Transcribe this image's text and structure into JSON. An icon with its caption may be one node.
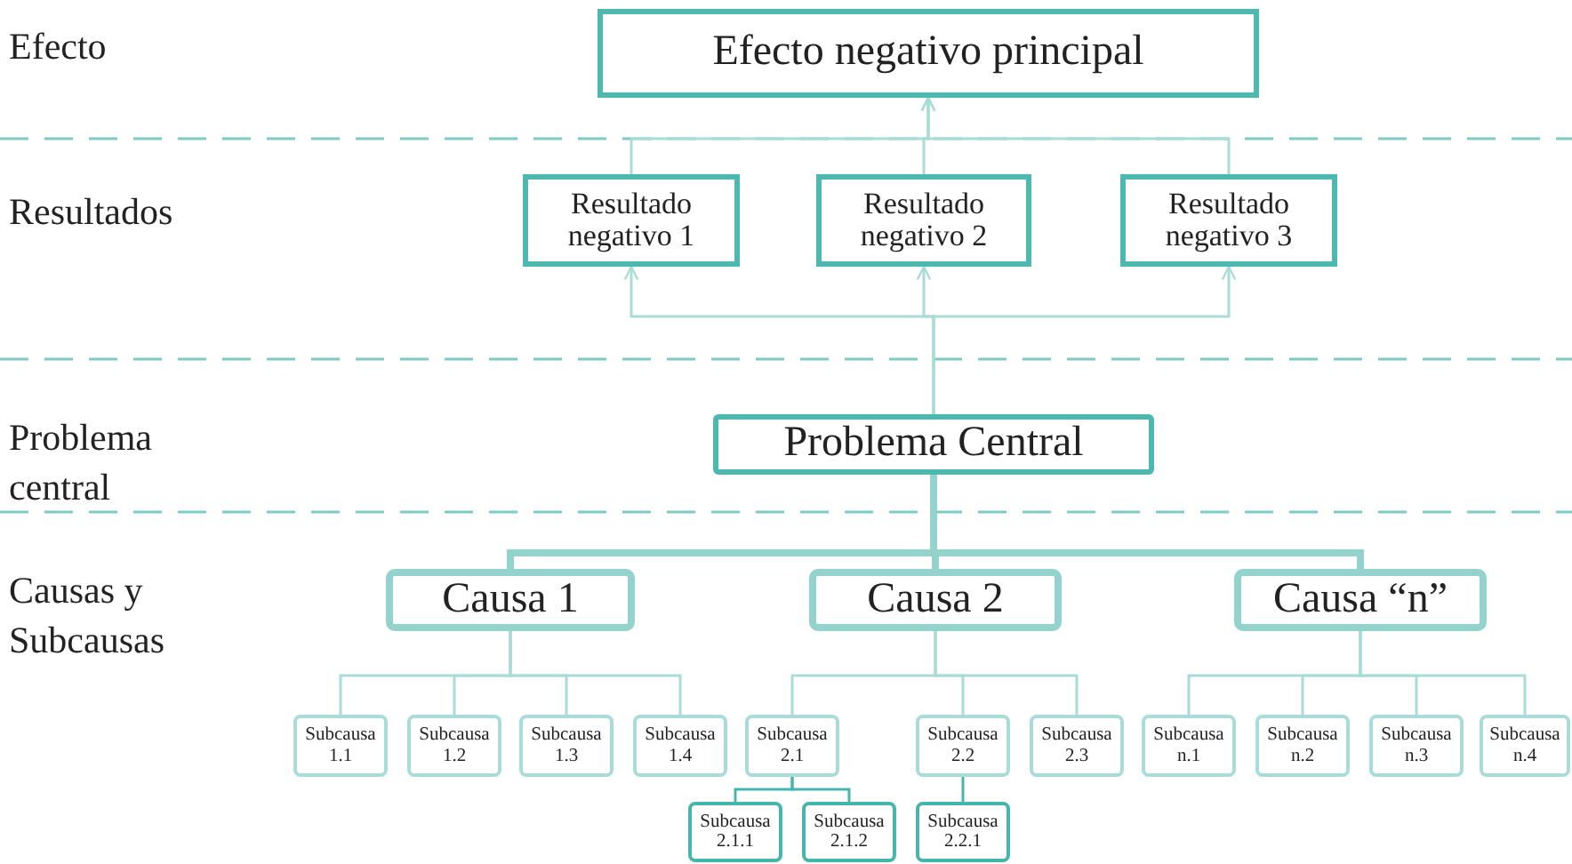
{
  "diagram": {
    "nodes": [
      {
        "text": [
          "Efecto negativo principal"
        ]
      },
      {
        "text": [
          "Resultado negativo 1"
        ]
      },
      {
        "text": [
          "Resultado negativo 2"
        ]
      },
      {
        "text": [
          "Resultado negativo 3"
        ]
      },
      {
        "text": [
          "Problema Central"
        ]
      },
      {
        "text": [
          "Causa 1"
        ]
      },
      {
        "text": [
          "Causa 2"
        ]
      },
      {
        "text": [
          "Causa “n”"
        ]
      },
      {
        "text": [
          "Subcausa 1.1"
        ]
      },
      {
        "text": [
          "Subcausa 1.2"
        ]
      },
      {
        "text": [
          "Subcausa 1.3"
        ]
      },
      {
        "text": [
          "Subcausa 1.4"
        ]
      },
      {
        "text": [
          "Subcausa 2.1"
        ]
      },
      {
        "text": [
          "Subcausa 2.2"
        ]
      },
      {
        "text": [
          "Subcausa 2.3"
        ]
      },
      {
        "text": [
          "Subcausa n.1"
        ]
      },
      {
        "text": [
          "Subcausa n.2"
        ]
      },
      {
        "text": [
          "Subcausa n.3"
        ]
      },
      {
        "text": [
          "Subcausa n.4"
        ]
      },
      {
        "text": [
          "Subcausa 2.1.1"
        ]
      },
      {
        "text": [
          "Subcausa 2.1.2"
        ]
      },
      {
        "text": [
          "Subcausa 2.2.1"
        ]
      }
    ],
    "edges": [
      {
        "from": 1,
        "to": 0,
        "arrow": "to"
      },
      {
        "from": 2,
        "to": 0,
        "arrow": "to"
      },
      {
        "from": 3,
        "to": 0,
        "arrow": "to"
      },
      {
        "from": 4,
        "to": 1,
        "arrow": "to"
      },
      {
        "from": 4,
        "to": 2,
        "arrow": "to"
      },
      {
        "from": 4,
        "to": 3,
        "arrow": "to"
      },
      {
        "from": 4,
        "to": 5,
        "arrow": "none",
        "style": "thick"
      },
      {
        "from": 4,
        "to": 6,
        "arrow": "none",
        "style": "thick"
      },
      {
        "from": 4,
        "to": 7,
        "arrow": "none",
        "style": "thick"
      },
      {
        "from": 5,
        "to": 8,
        "arrow": "none"
      },
      {
        "from": 5,
        "to": 9,
        "arrow": "none"
      },
      {
        "from": 5,
        "to": 10,
        "arrow": "none"
      },
      {
        "from": 5,
        "to": 11,
        "arrow": "none"
      },
      {
        "from": 6,
        "to": 12,
        "arrow": "none"
      },
      {
        "from": 6,
        "to": 13,
        "arrow": "none"
      },
      {
        "from": 6,
        "to": 14,
        "arrow": "none"
      },
      {
        "from": 7,
        "to": 15,
        "arrow": "none"
      },
      {
        "from": 7,
        "to": 16,
        "arrow": "none"
      },
      {
        "from": 7,
        "to": 17,
        "arrow": "none"
      },
      {
        "from": 7,
        "to": 18,
        "arrow": "none"
      },
      {
        "from": 12,
        "to": 19,
        "arrow": "none",
        "color": "#45b5ad"
      },
      {
        "from": 12,
        "to": 20,
        "arrow": "none",
        "color": "#45b5ad"
      },
      {
        "from": 13,
        "to": 21,
        "arrow": "none",
        "color": "#45b5ad"
      }
    ],
    "labels": [
      "Efecto",
      "Resultados",
      "Problema central",
      "Causas y Subcausas"
    ]
  }
}
